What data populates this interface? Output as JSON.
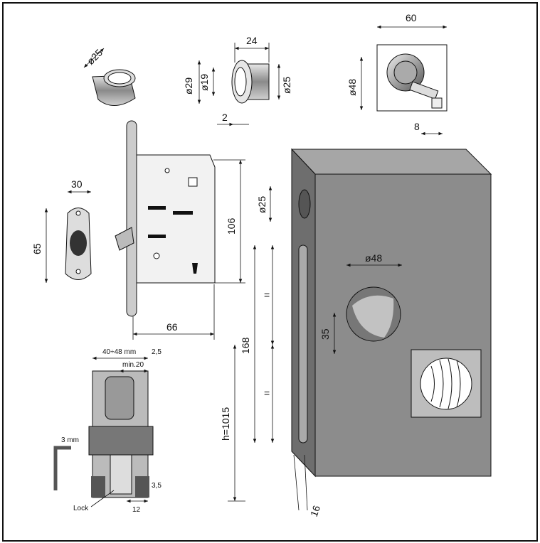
{
  "title": "",
  "dimensions": {
    "rosette_dia": "ø25",
    "cyl_length": "24",
    "cyl_outer": "ø29",
    "cyl_inner": "ø19",
    "cyl_right": "ø25",
    "cyl_flange": "2",
    "knob_width": "60",
    "knob_dia": "ø48",
    "knob_spindle": "8",
    "plate_width": "30",
    "plate_height": "65",
    "lock_height": "106",
    "lock_backset": "66",
    "door_hole": "ø25",
    "door_knob_hole": "ø48",
    "door_offset": "35",
    "door_slot": "168",
    "door_eq1": "=",
    "door_eq2": "=",
    "door_height": "h=1015",
    "door_edge": "16",
    "section_width": "40÷48 mm",
    "section_gap": "2,5",
    "section_min": "min.20",
    "section_thin": "3,5",
    "section_bottom": "12",
    "hex_key": "3 mm",
    "lock_label": "Lock"
  },
  "colors": {
    "door": "#8c8c8c",
    "door_top": "#a6a6a6",
    "door_side": "#6e6e6e",
    "metal": "#b5b5b5",
    "dark": "#333333"
  }
}
